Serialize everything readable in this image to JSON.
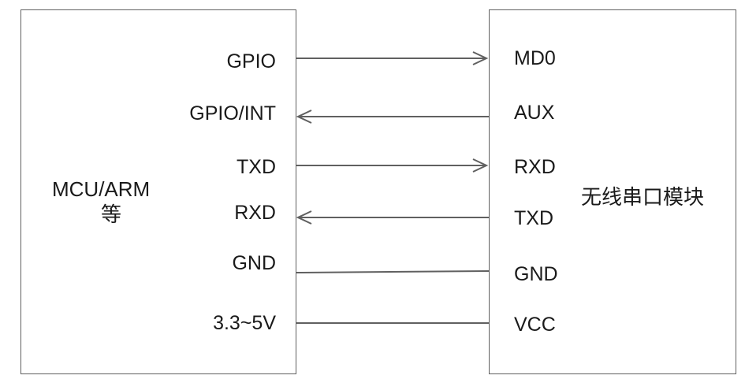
{
  "left_block": {
    "title_line1": "MCU/ARM",
    "title_line2": "等",
    "pins": [
      "GPIO",
      "GPIO/INT",
      "TXD",
      "RXD",
      "GND",
      "3.3~5V"
    ]
  },
  "right_block": {
    "title": "无线串口模块",
    "pins": [
      "MD0",
      "AUX",
      "RXD",
      "TXD",
      "GND",
      "VCC"
    ]
  },
  "connections": [
    {
      "from": "GPIO",
      "to": "MD0",
      "direction": "right"
    },
    {
      "from": "GPIO/INT",
      "to": "AUX",
      "direction": "left"
    },
    {
      "from": "TXD",
      "to": "RXD",
      "direction": "right"
    },
    {
      "from": "RXD",
      "to": "TXD",
      "direction": "left"
    },
    {
      "from": "GND",
      "to": "GND",
      "direction": "none"
    },
    {
      "from": "3.3~5V",
      "to": "VCC",
      "direction": "none"
    }
  ],
  "colors": {
    "line": "#606060",
    "border": "#606060",
    "text": "#1a1a1a"
  }
}
